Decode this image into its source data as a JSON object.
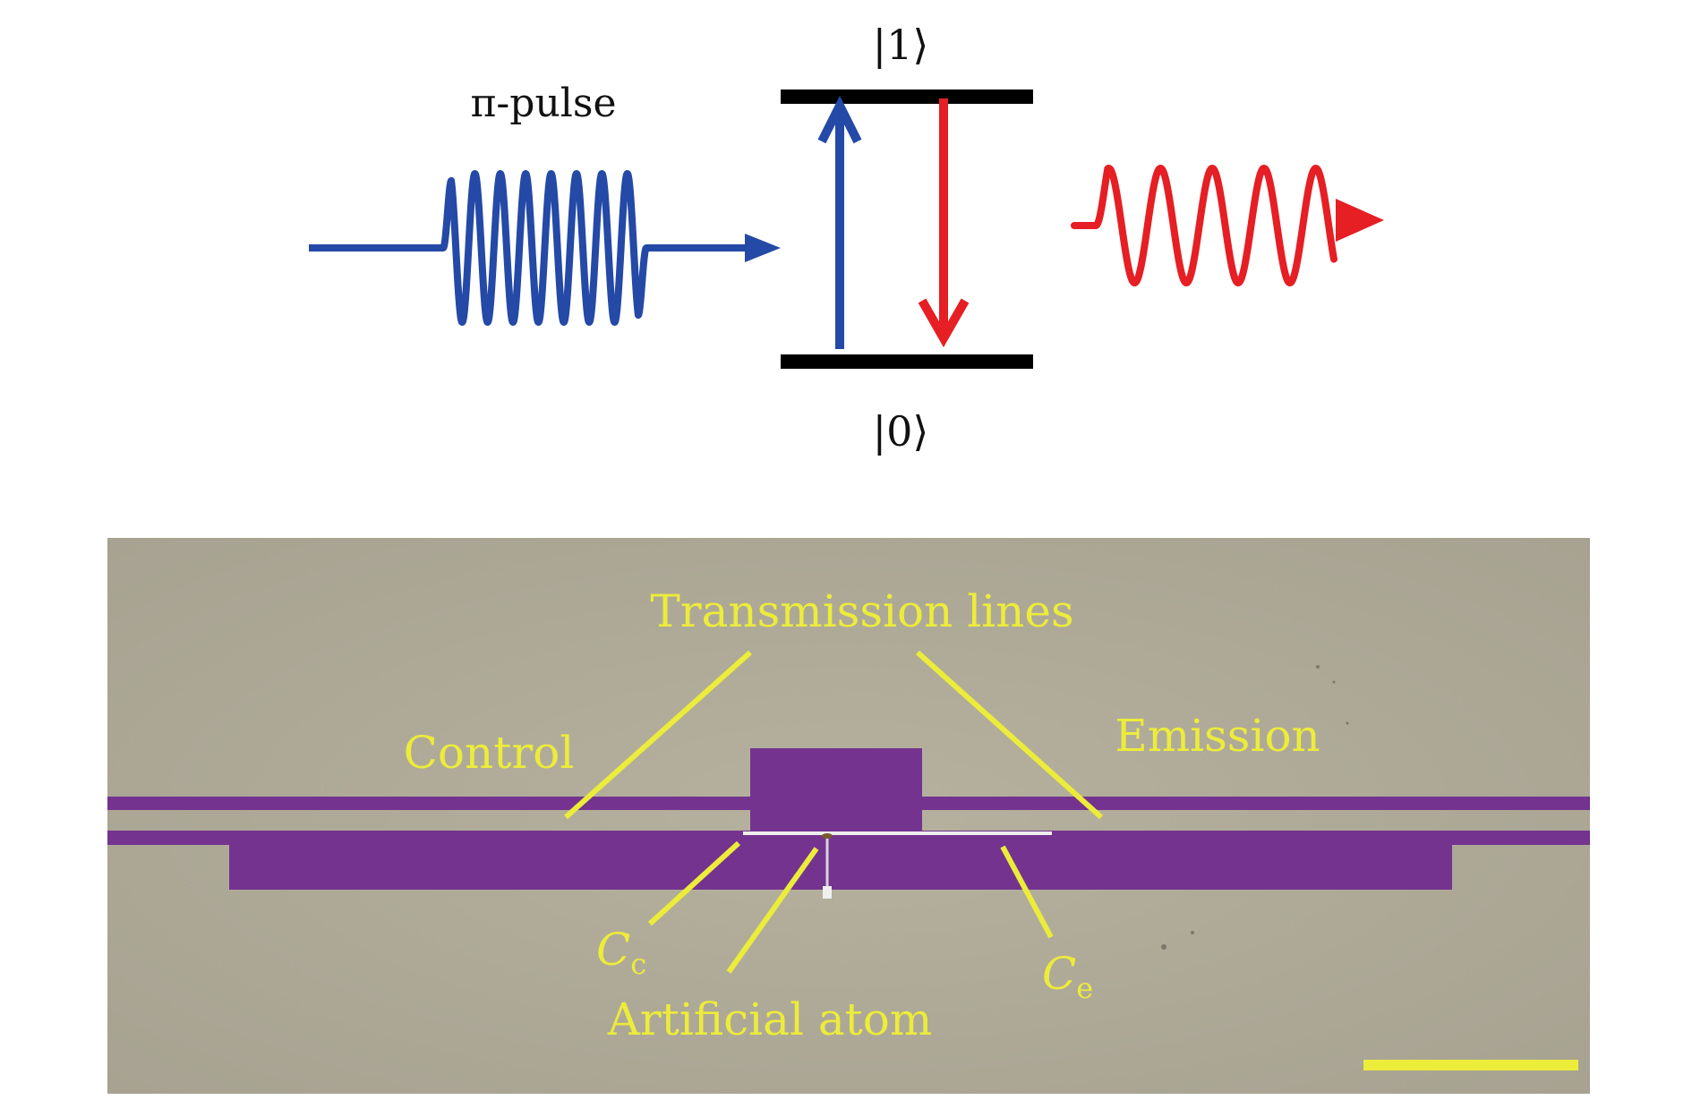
{
  "diagram": {
    "pulse_label": "π-pulse",
    "state_upper": "|1⟩",
    "state_lower": "|0⟩",
    "colors": {
      "drive": "#2449a6",
      "emission": "#e51f24",
      "level": "#000000",
      "annotation": "#ecec3a",
      "chip_background": "#b0ab98",
      "metal": "#73338f"
    }
  },
  "photo": {
    "labels": {
      "transmission_lines": "Transmission lines",
      "control": "Control",
      "emission": "Emission",
      "cc_main": "C",
      "cc_sub": "c",
      "ce_main": "C",
      "ce_sub": "e",
      "artificial_atom": "Artificial atom"
    }
  }
}
